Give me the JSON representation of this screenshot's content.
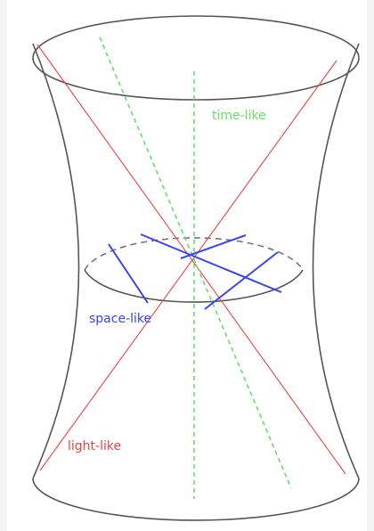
{
  "labels": {
    "time_like": "time-like",
    "space_like": "space-like",
    "light_like": "light-like"
  },
  "colors": {
    "surface": "#555555",
    "dashed_back": "#777777",
    "time_like": "#66e066",
    "space_like": "#3a44ee",
    "light_like": "#ee4444",
    "background": "#ffffff",
    "frame": "#f4f4f4"
  }
}
